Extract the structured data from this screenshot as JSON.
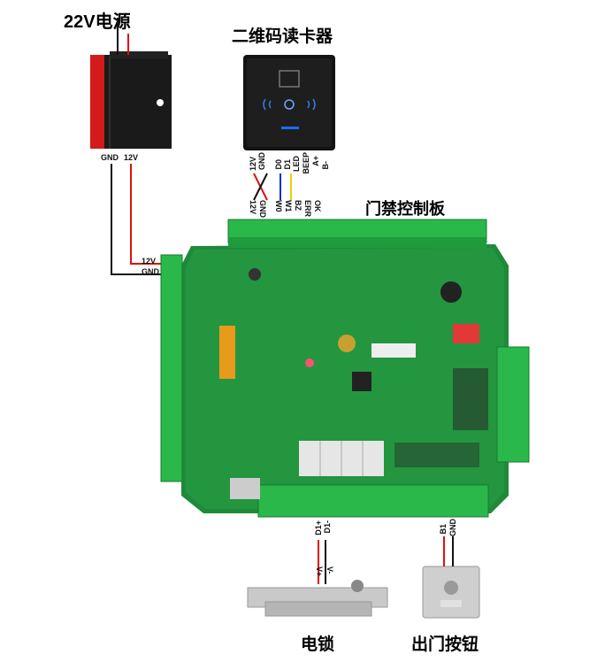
{
  "titles": {
    "power": "22V电源",
    "reader": "二维码读卡器",
    "board": "门禁控制板",
    "lock": "电锁",
    "button": "出门按钮"
  },
  "power_supply": {
    "terminal_labels": [
      "GND",
      "12V"
    ],
    "board_labels": [
      "12V",
      "GND"
    ]
  },
  "reader": {
    "wire_labels": [
      "GND",
      "12V",
      "D0",
      "D1",
      "LED",
      "BEEP",
      "A+",
      "B-"
    ]
  },
  "board_reader_terminals": [
    "12V",
    "GND",
    "W0",
    "W1",
    "BZ",
    "ERR",
    "OK"
  ],
  "lock": {
    "board_labels": [
      "D1+",
      "D1-"
    ],
    "device_labels": [
      "V+",
      "V-"
    ]
  },
  "exit_button": {
    "board_labels": [
      "B1",
      "GND"
    ]
  },
  "colors": {
    "wire_red": "#e01010",
    "wire_black": "#111111",
    "wire_yellow": "#f0d000",
    "wire_blue": "#1030c0",
    "pcb_green": "#1f8a3a",
    "terminal_green": "#2ab84a"
  }
}
